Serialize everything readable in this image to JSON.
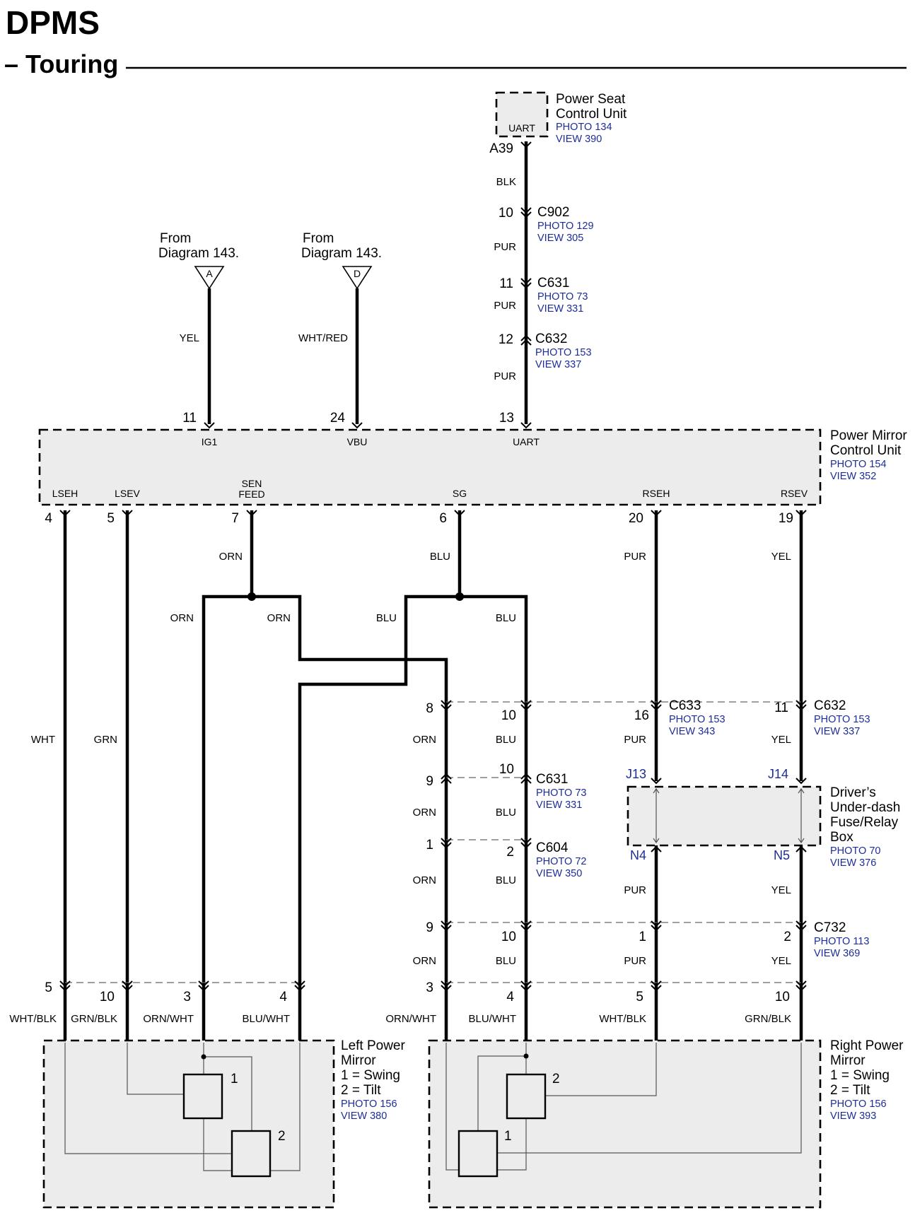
{
  "header": {
    "title": "DPMS",
    "subtitle": "– Touring"
  },
  "power_seat_unit": {
    "name_line1": "Power Seat",
    "name_line2": "Control Unit",
    "photo": "PHOTO 134",
    "view": "VIEW 390",
    "terminal": "UART",
    "pin": "A39"
  },
  "seat_wires": [
    "BLK",
    "PUR",
    "PUR",
    "PUR"
  ],
  "seat_connectors": [
    {
      "pin": "10",
      "name": "C902",
      "photo": "PHOTO 129",
      "view": "VIEW 305"
    },
    {
      "pin": "11",
      "name": "C631",
      "photo": "PHOTO 73",
      "view": "VIEW 331"
    },
    {
      "pin": "12",
      "name": "C632",
      "photo": "PHOTO 153",
      "view": "VIEW 337"
    }
  ],
  "from_diagram": [
    {
      "line1": "From",
      "line2": "Diagram 143.",
      "letter": "A",
      "wire": "YEL"
    },
    {
      "line1": "From",
      "line2": "Diagram 143.",
      "letter": "D",
      "wire": "WHT/RED"
    }
  ],
  "pmcu": {
    "name_line1": "Power Mirror",
    "name_line2": "Control Unit",
    "photo": "PHOTO 154",
    "view": "VIEW 352",
    "top_terminals": [
      {
        "pin": "11",
        "signal": "IG1"
      },
      {
        "pin": "24",
        "signal": "VBU"
      },
      {
        "pin": "13",
        "signal": "UART"
      }
    ],
    "bottom_terminals": [
      {
        "pin": "4",
        "signal": "LSEH",
        "wire": "WHT"
      },
      {
        "pin": "5",
        "signal": "LSEV",
        "wire": "GRN"
      },
      {
        "pin": "7",
        "signal": "SEN",
        "signal2": "FEED",
        "wire": "ORN"
      },
      {
        "pin": "6",
        "signal": "SG",
        "wire": "BLU"
      },
      {
        "pin": "20",
        "signal": "RSEH",
        "wire": "PUR"
      },
      {
        "pin": "19",
        "signal": "RSEV",
        "wire": "YEL"
      }
    ]
  },
  "branch_wires": [
    "ORN",
    "ORN",
    "BLU",
    "BLU"
  ],
  "c633": {
    "name": "C633",
    "photo": "PHOTO 153",
    "view": "VIEW 343",
    "pins": [
      "8",
      "10",
      "16"
    ]
  },
  "c632r": {
    "name": "C632",
    "photo": "PHOTO 153",
    "view": "VIEW 337",
    "pin": "11"
  },
  "c631": {
    "name": "C631",
    "photo": "PHOTO 73",
    "view": "VIEW 331",
    "pins": [
      "9",
      "10"
    ]
  },
  "c604": {
    "name": "C604",
    "photo": "PHOTO 72",
    "view": "VIEW 350",
    "pins": [
      "1",
      "2"
    ]
  },
  "c732": {
    "name": "C732",
    "photo": "PHOTO 113",
    "view": "VIEW 369",
    "pins": [
      "9",
      "10",
      "1",
      "2"
    ]
  },
  "fuse_box": {
    "line1": "Driver’s",
    "line2": "Under-dash",
    "line3": "Fuse/Relay",
    "line4": "Box",
    "photo": "PHOTO 70",
    "view": "VIEW 376",
    "j_left": "J13",
    "j_right": "J14",
    "n_left": "N4",
    "n_right": "N5"
  },
  "right_wires": {
    "orn": "ORN",
    "blu": "BLU",
    "pur": "PUR",
    "yel": "YEL"
  },
  "left_mirror": {
    "line1": "Left Power",
    "line2": "Mirror",
    "line3": "1 = Swing",
    "line4": "2 = Tilt",
    "photo": "PHOTO 156",
    "view": "VIEW 380",
    "pins": [
      "5",
      "10",
      "3",
      "4"
    ],
    "wires": [
      "WHT/BLK",
      "GRN/BLK",
      "ORN/WHT",
      "BLU/WHT"
    ],
    "motors": [
      "1",
      "2"
    ]
  },
  "right_mirror": {
    "line1": "Right Power",
    "line2": "Mirror",
    "line3": "1 = Swing",
    "line4": "2 = Tilt",
    "photo": "PHOTO 156",
    "view": "VIEW 393",
    "pins": [
      "3",
      "4",
      "5",
      "10"
    ],
    "wires": [
      "ORN/WHT",
      "BLU/WHT",
      "WHT/BLK",
      "GRN/BLK"
    ],
    "motors": [
      "2",
      "1"
    ]
  }
}
